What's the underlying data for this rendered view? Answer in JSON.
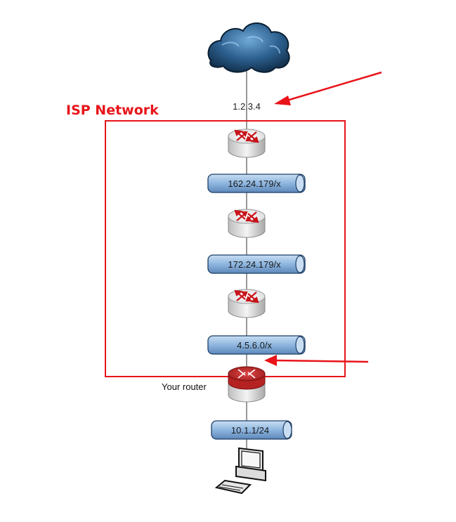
{
  "isp_box": {
    "title": "ISP Network",
    "color": "#e8141a"
  },
  "internet": {
    "icon": "cloud-icon",
    "ip": "1.2.3.4"
  },
  "routers": [
    {
      "icon": "router-icon"
    },
    {
      "icon": "router-icon"
    },
    {
      "icon": "router-icon"
    }
  ],
  "segments": [
    {
      "label": "162.24.179/x"
    },
    {
      "label": "172.24.179/x"
    },
    {
      "label": "4.5.6.0/x"
    },
    {
      "label": "10.1.1/24"
    }
  ],
  "your_router": {
    "icon": "firewall-router-icon",
    "label": "Your router"
  },
  "host": {
    "icon": "computer-icon"
  },
  "arrows": [
    {
      "icon": "arrow-icon",
      "points_to": "1.2.3.4"
    },
    {
      "icon": "arrow-icon",
      "points_to": "4.5.6.0/x"
    }
  ],
  "colors": {
    "segment_fill": "#9ec2e6",
    "segment_stroke": "#1f3f66",
    "arrow": "#e8141a"
  }
}
